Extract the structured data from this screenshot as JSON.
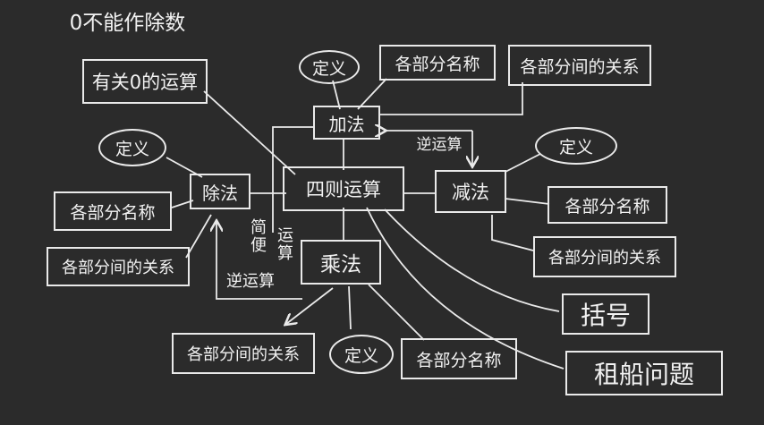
{
  "nodes": {
    "zero_divisor": "0不能作除数",
    "zero_ops": "有关0的运算",
    "definition": "定义",
    "parts_names": "各部分名称",
    "parts_relation": "各部分间的关系",
    "addition": "加法",
    "subtraction": "减法",
    "multiplication": "乘法",
    "division": "除法",
    "center": "四则运算",
    "parentheses": "括号",
    "boat_problem": "租船问题"
  },
  "labels": {
    "inverse_op": "逆运算",
    "simplified_a": "简便",
    "simplified_b": "运算"
  },
  "colors": {
    "background": "#2b2b2b",
    "chalk": "#eaeaea"
  }
}
